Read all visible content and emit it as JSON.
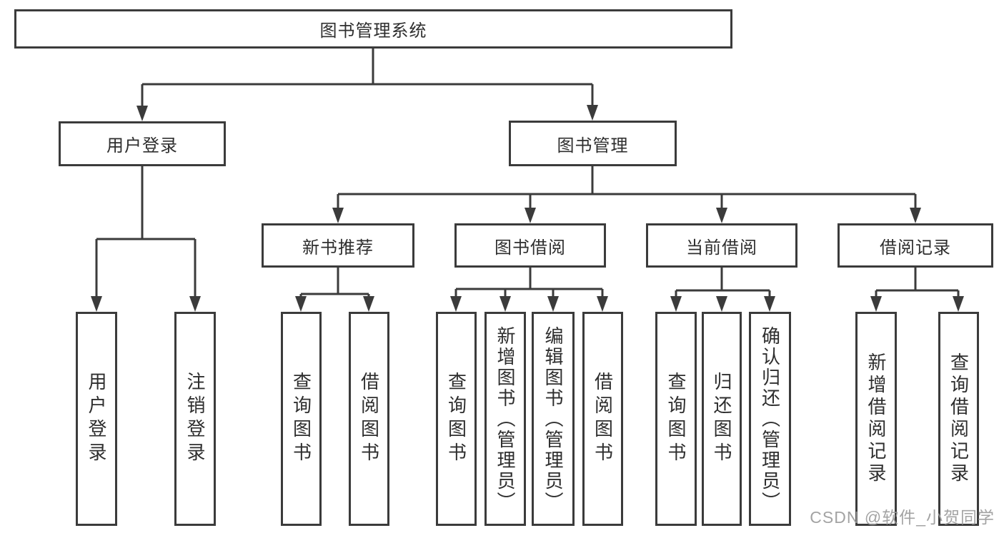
{
  "nodes": {
    "root": "图书管理系统",
    "level2": [
      "用户登录",
      "图书管理"
    ],
    "level3": [
      "新书推荐",
      "图书借阅",
      "当前借阅",
      "借阅记录"
    ],
    "leaves_user": [
      "用户登录",
      "注销登录"
    ],
    "leaves_recommend": [
      "查询图书",
      "借阅图书"
    ],
    "leaves_borrow": [
      "查询图书",
      "新增图书（管理员）",
      "编辑图书（管理员）",
      "借阅图书"
    ],
    "leaves_current": [
      "查询图书",
      "归还图书",
      "确认归还（管理员）"
    ],
    "leaves_records": [
      "新增借阅记录",
      "查询借阅记录"
    ]
  },
  "watermark": "CSDN @软件_小贺同学",
  "colors": {
    "line": "#3b3b3b",
    "text": "#2e2e2e",
    "watermark": "#9b9b9b",
    "background": "#ffffff"
  }
}
